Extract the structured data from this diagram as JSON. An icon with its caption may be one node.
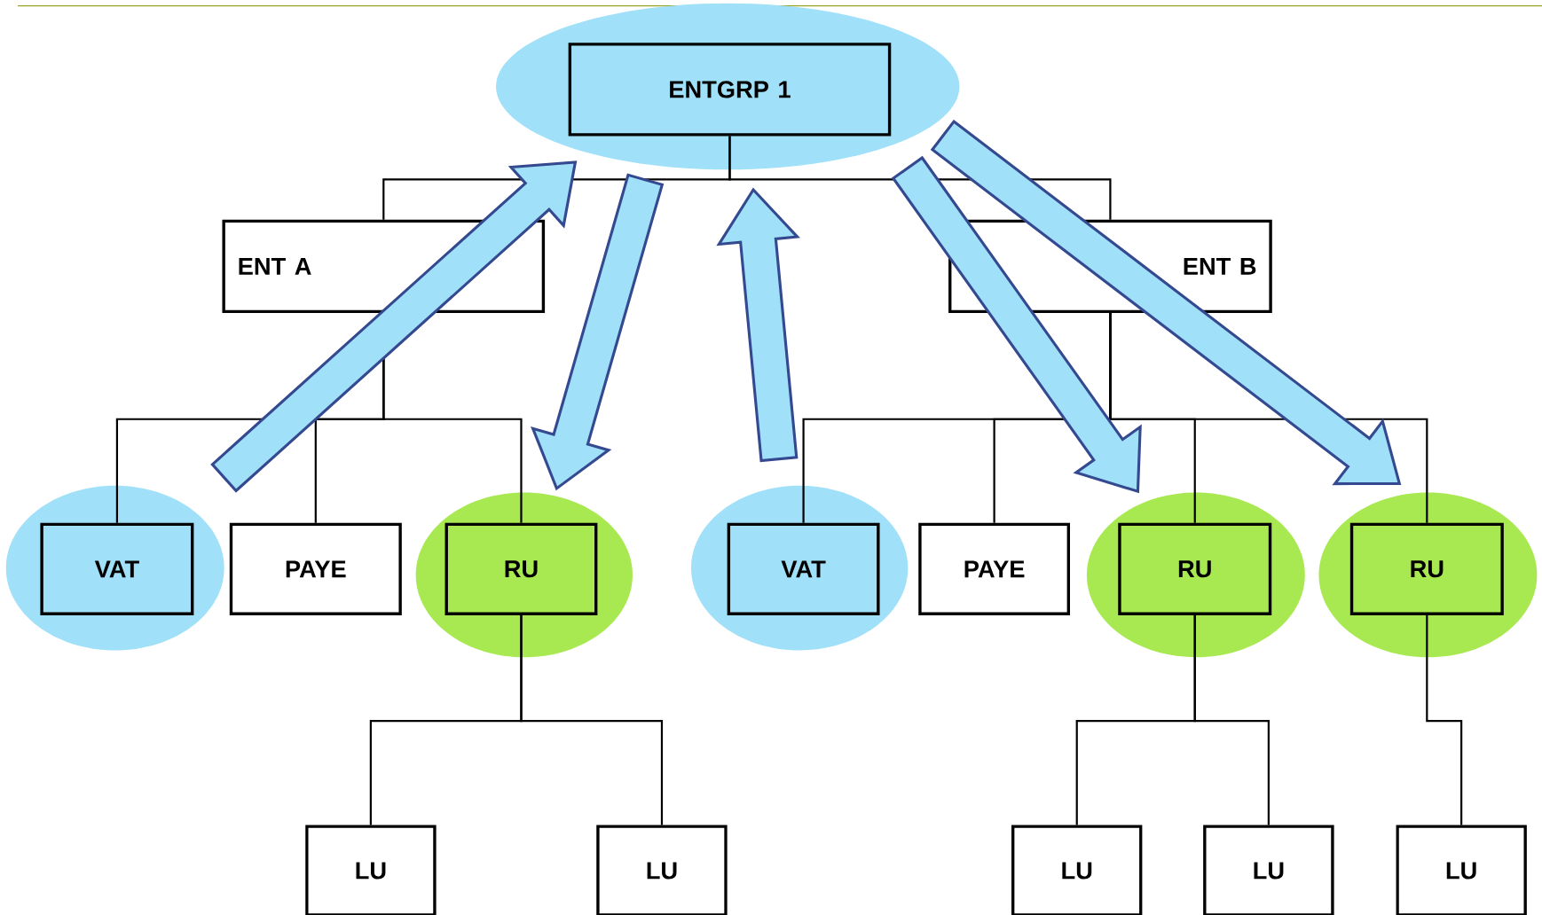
{
  "diagram": {
    "nodes": [
      {
        "text": [],
        "shape": "ellipse"
      },
      {
        "text": [
          "ENTGRP 1"
        ],
        "in": 0
      },
      {
        "text": [
          "ENT A"
        ]
      },
      {
        "text": [
          "ENT B"
        ]
      },
      {
        "text": [],
        "shape": "ellipse"
      },
      {
        "text": [
          "VAT"
        ],
        "in": 4
      },
      {
        "text": [
          "PAYE"
        ]
      },
      {
        "text": [],
        "shape": "ellipse"
      },
      {
        "text": [
          "RU"
        ],
        "in": 7
      },
      {
        "text": [],
        "shape": "ellipse"
      },
      {
        "text": [
          "VAT"
        ],
        "in": 9
      },
      {
        "text": [
          "PAYE"
        ]
      },
      {
        "text": [],
        "shape": "ellipse"
      },
      {
        "text": [
          "RU"
        ],
        "in": 12
      },
      {
        "text": [],
        "shape": "ellipse"
      },
      {
        "text": [
          "RU"
        ],
        "in": 14
      },
      {
        "text": [
          "LU"
        ]
      },
      {
        "text": [
          "LU"
        ]
      },
      {
        "text": [
          "LU"
        ]
      },
      {
        "text": [
          "LU"
        ]
      },
      {
        "text": [
          "LU"
        ]
      }
    ],
    "edges": [
      {
        "from": 1,
        "to": 2,
        "arrow": "none"
      },
      {
        "from": 1,
        "to": 3,
        "arrow": "none"
      },
      {
        "from": 2,
        "to": 5,
        "arrow": "none"
      },
      {
        "from": 2,
        "to": 6,
        "arrow": "none"
      },
      {
        "from": 2,
        "to": 8,
        "arrow": "none"
      },
      {
        "from": 3,
        "to": 10,
        "arrow": "none"
      },
      {
        "from": 3,
        "to": 11,
        "arrow": "none"
      },
      {
        "from": 3,
        "to": 13,
        "arrow": "none"
      },
      {
        "from": 3,
        "to": 15,
        "arrow": "none"
      },
      {
        "from": 8,
        "to": 16,
        "arrow": "none"
      },
      {
        "from": 8,
        "to": 17,
        "arrow": "none"
      },
      {
        "from": 13,
        "to": 18,
        "arrow": "none"
      },
      {
        "from": 13,
        "to": 19,
        "arrow": "none"
      },
      {
        "from": 15,
        "to": 20,
        "arrow": "none"
      },
      {
        "from": 5,
        "to": 1,
        "arrow": "to",
        "style": "thick",
        "color": "#34498f"
      },
      {
        "from": 1,
        "to": 8,
        "arrow": "to",
        "style": "thick",
        "color": "#34498f"
      },
      {
        "from": 10,
        "to": 1,
        "arrow": "to",
        "style": "thick",
        "color": "#34498f"
      },
      {
        "from": 1,
        "to": 13,
        "arrow": "to",
        "style": "thick",
        "color": "#34498f"
      },
      {
        "from": 1,
        "to": 15,
        "arrow": "to",
        "style": "thick",
        "color": "#34498f"
      }
    ]
  }
}
